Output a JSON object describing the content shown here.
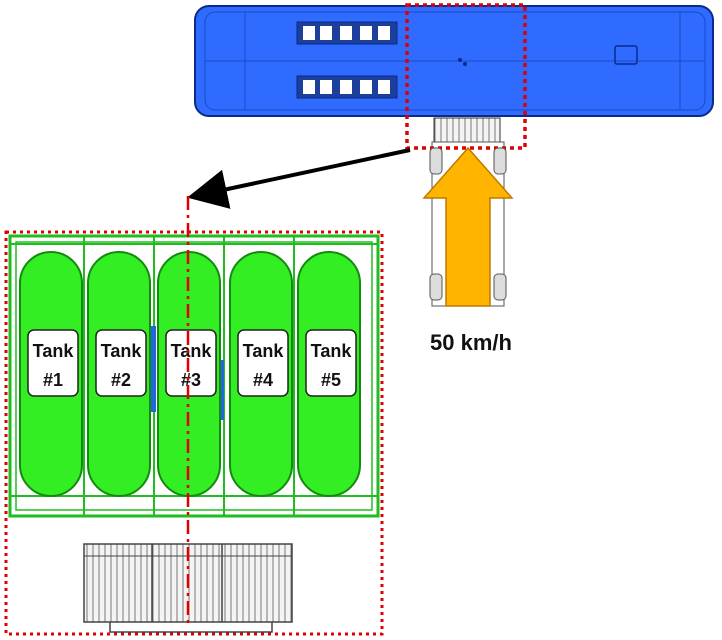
{
  "speed_label": "50 km/h",
  "tanks": [
    {
      "line1": "Tank",
      "line2": "#1"
    },
    {
      "line1": "Tank",
      "line2": "#2"
    },
    {
      "line1": "Tank",
      "line2": "#3"
    },
    {
      "line1": "Tank",
      "line2": "#4"
    },
    {
      "line1": "Tank",
      "line2": "#5"
    }
  ],
  "colors": {
    "bus_body": "#2f6bff",
    "tank_fill": "#33ee22",
    "frame": "#22bb22",
    "arrow": "#ffb400",
    "highlight": "#e00000"
  }
}
